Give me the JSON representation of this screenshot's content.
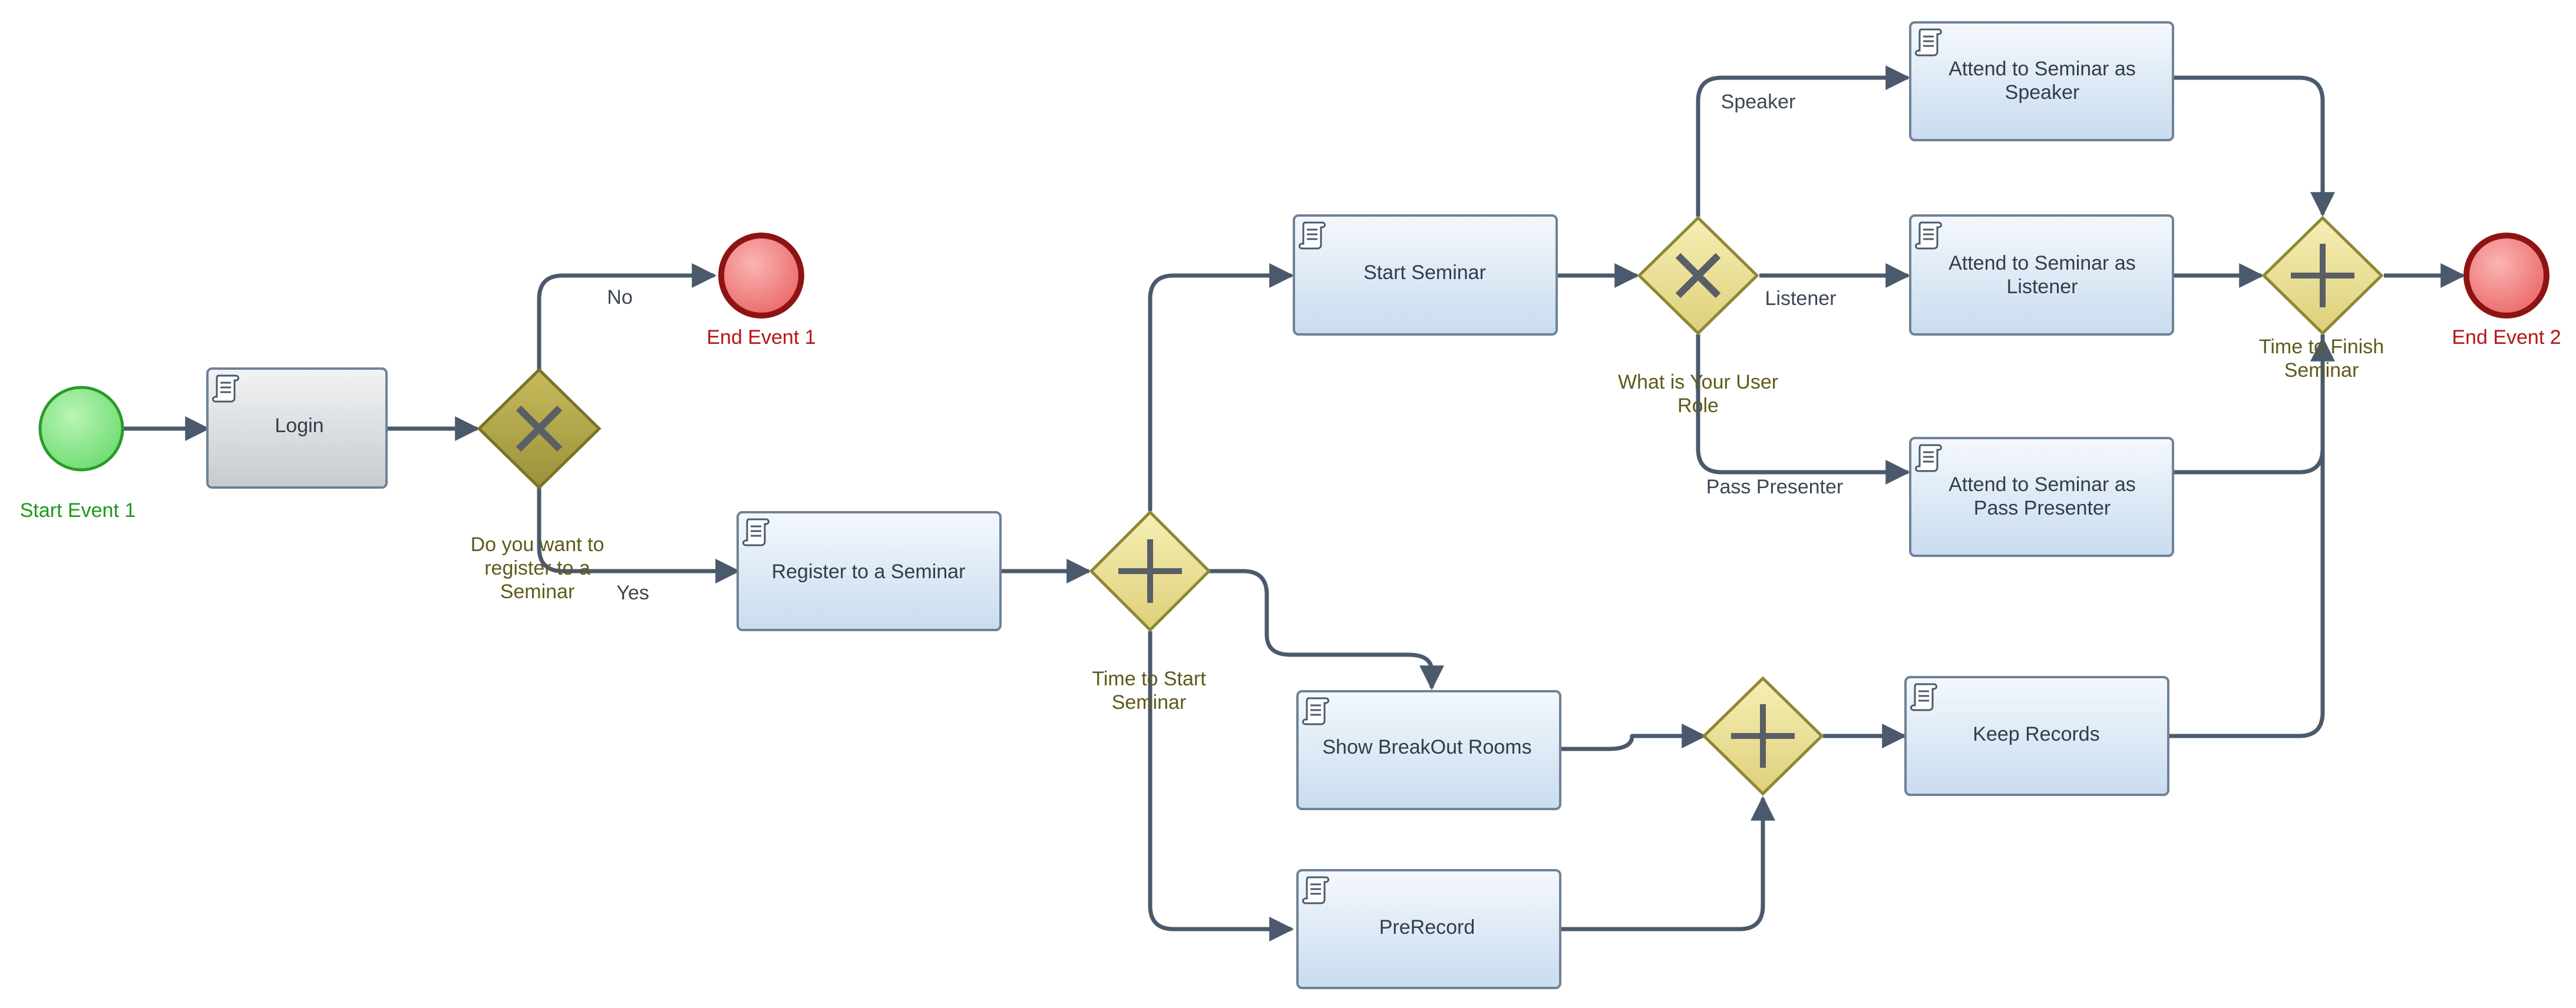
{
  "colors": {
    "task_fill_top": "#f4f8fc",
    "task_fill_bottom": "#c9dcef",
    "login_fill_top": "#f2f3f4",
    "login_fill_bottom": "#c6cbcf",
    "task_stroke": "#6e8296",
    "start_event": "#86e886",
    "start_event_stroke": "#2a9a2a",
    "end_event": "#f07a7a",
    "end_event_stroke": "#8e1414",
    "gateway_fill": "#ece39a",
    "login_gateway_fill": "#b5aa4e",
    "flow": "#4a5a6c",
    "start_label": "#1c9a1c",
    "end_label": "#b31414",
    "gateway_label": "#5f5a1a"
  },
  "events": {
    "start_event_1": "Start Event 1",
    "end_event_1": "End Event 1",
    "end_event_2": "End Event 2"
  },
  "tasks": {
    "login": "Login",
    "register": "Register to a Seminar",
    "start_seminar": "Start Seminar",
    "show_breakout": "Show BreakOut Rooms",
    "prerecord": "PreRecord",
    "attend_speaker": [
      "Attend to Seminar as",
      "Speaker"
    ],
    "attend_listener": [
      "Attend to Seminar as",
      "Listener"
    ],
    "attend_pass_presenter": [
      "Attend to Seminar as",
      "Pass Presenter"
    ],
    "keep_records": "Keep Records"
  },
  "gateways": {
    "register_gateway": [
      "Do you want to",
      "register to a",
      "Seminar"
    ],
    "start_gateway": [
      "Time to Start",
      "Seminar"
    ],
    "role_gateway": [
      "What is Your User",
      "Role"
    ],
    "finish_gateway": [
      "Time to Finish",
      "Seminar"
    ],
    "records_gateway": []
  },
  "flow_labels": {
    "no": "No",
    "yes": "Yes",
    "speaker": "Speaker",
    "listener": "Listener",
    "pass_presenter": "Pass Presenter"
  }
}
